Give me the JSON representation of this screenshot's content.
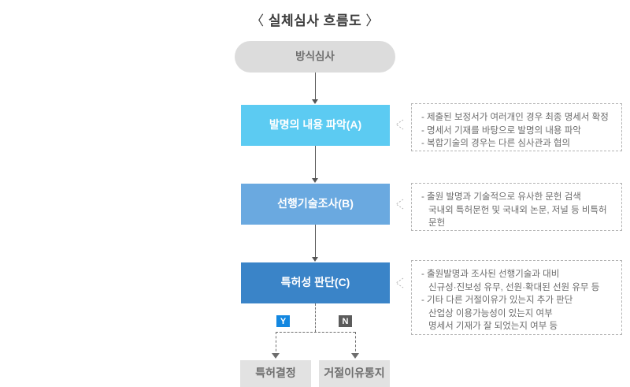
{
  "title": {
    "open_bracket": "〈",
    "text": "실체심사 흐름도",
    "close_bracket": "〉"
  },
  "colors": {
    "node_start_bg": "#dcdcdc",
    "node_a_bg": "#5ccbf2",
    "node_b_bg": "#6aa9e0",
    "node_c_bg": "#3a84c8",
    "node_result_bg": "#e2e2e2",
    "badge_yes_bg": "#1387e0",
    "badge_no_bg": "#5b5b5b",
    "connector": "#555555",
    "note_border": "#b4b4b4",
    "note_text": "#6b6b6b"
  },
  "nodes": {
    "start": {
      "label": "방식심사"
    },
    "step_a": {
      "label": "발명의 내용 파악(A)"
    },
    "step_b": {
      "label": "선행기술조사(B)"
    },
    "step_c": {
      "label": "특허성 판단(C)"
    },
    "result_yes": {
      "label": "특허결정"
    },
    "result_no": {
      "label": "거절이유통지"
    }
  },
  "branches": {
    "yes": {
      "label": "Y"
    },
    "no": {
      "label": "N"
    }
  },
  "notes": [
    {
      "id": "note-a",
      "lines": [
        {
          "text": "- 제출된 보정서가 여러개인 경우 최종 명세서 확정",
          "indent": false
        },
        {
          "text": "- 명세서 기재를 바탕으로 발명의 내용 파악",
          "indent": false
        },
        {
          "text": "- 복합기술의 경우는 다른 심사관과 협의",
          "indent": false
        }
      ]
    },
    {
      "id": "note-b",
      "lines": [
        {
          "text": "- 출원 발명과 기술적으로 유사한 문헌 검색",
          "indent": false
        },
        {
          "text": "국내외 특허문헌 및 국내외 논문, 저널 등 비특허",
          "indent": true
        },
        {
          "text": "문헌",
          "indent": true
        }
      ]
    },
    {
      "id": "note-c",
      "lines": [
        {
          "text": "- 출원발명과 조사된 선행기술과 대비",
          "indent": false
        },
        {
          "text": "신규성·진보성 유무, 선원·확대된 선원 유무 등",
          "indent": true
        },
        {
          "text": "- 기타 다른 거절이유가 있는지 추가 판단",
          "indent": false
        },
        {
          "text": "산업상 이용가능성이 있는지 여부",
          "indent": true
        },
        {
          "text": "명세서 기재가 잘 되었는지 여부 등",
          "indent": true
        }
      ]
    }
  ]
}
